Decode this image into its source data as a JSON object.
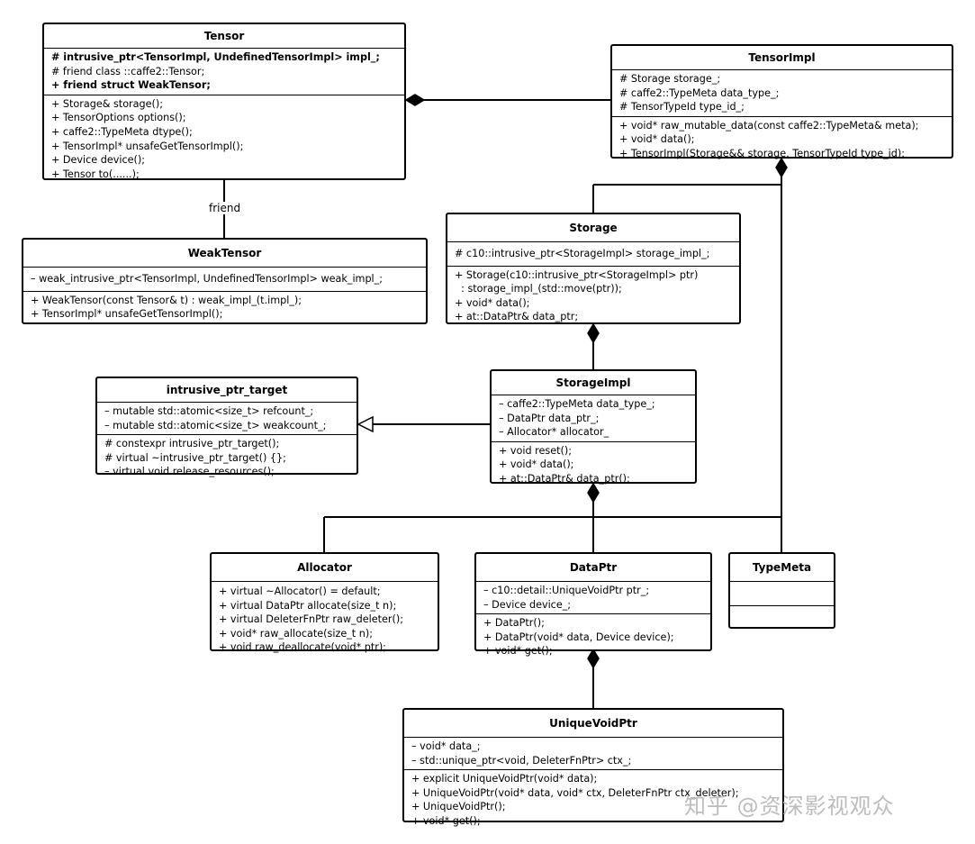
{
  "classes": {
    "tensor": {
      "name": "Tensor",
      "attributes": [
        {
          "text": "# intrusive_ptr<TensorImpl, UndefinedTensorImpl> impl_;",
          "bold": true
        },
        {
          "text": "# friend class ::caffe2::Tensor;",
          "bold": false
        },
        {
          "text": "+ friend struct WeakTensor;",
          "bold": true
        }
      ],
      "methods": [
        "+ Storage& storage();",
        "+ TensorOptions options();",
        "+ caffe2::TypeMeta dtype();",
        "+ TensorImpl* unsafeGetTensorImpl();",
        "+ Device device();",
        "+ Tensor to(......);"
      ]
    },
    "tensor_impl": {
      "name": "TensorImpl",
      "attributes": [
        {
          "text": "# Storage storage_;"
        },
        {
          "text": "# caffe2::TypeMeta data_type_;"
        },
        {
          "text": "# TensorTypeId type_id_;"
        }
      ],
      "methods": [
        "+ void* raw_mutable_data(const caffe2::TypeMeta& meta);",
        "+ void* data();",
        "+ TensorImpl(Storage&& storage, TensorTypeId type_id);"
      ]
    },
    "weak_tensor": {
      "name": "WeakTensor",
      "attributes": [
        {
          "text": "– weak_intrusive_ptr<TensorImpl, UndefinedTensorImpl> weak_impl_;"
        }
      ],
      "methods": [
        "+ WeakTensor(const Tensor& t) : weak_impl_(t.impl_);",
        "+ TensorImpl* unsafeGetTensorImpl();"
      ]
    },
    "storage": {
      "name": "Storage",
      "attributes": [
        {
          "text": "# c10::intrusive_ptr<StorageImpl> storage_impl_;"
        }
      ],
      "methods": [
        "+ Storage(c10::intrusive_ptr<StorageImpl> ptr)",
        "  : storage_impl_(std::move(ptr));",
        "+ void* data();",
        "+ at::DataPtr& data_ptr;"
      ]
    },
    "intrusive_ptr_target": {
      "name": "intrusive_ptr_target",
      "attributes": [
        {
          "text": "– mutable std::atomic<size_t> refcount_;"
        },
        {
          "text": "– mutable std::atomic<size_t> weakcount_;"
        }
      ],
      "methods": [
        "# constexpr intrusive_ptr_target();",
        "# virtual ~intrusive_ptr_target() {};",
        "– virtual void release_resources();"
      ]
    },
    "storage_impl": {
      "name": "StorageImpl",
      "attributes": [
        {
          "text": "– caffe2::TypeMeta data_type_;"
        },
        {
          "text": "– DataPtr data_ptr_;"
        },
        {
          "text": "– Allocator* allocator_"
        }
      ],
      "methods": [
        "+ void reset();",
        "+ void* data();",
        "+ at::DataPtr& data_ptr();"
      ]
    },
    "allocator": {
      "name": "Allocator",
      "attributes": [],
      "methods": [
        "+ virtual ~Allocator() = default;",
        "+ virtual DataPtr allocate(size_t n);",
        "+ virtual DeleterFnPtr raw_deleter();",
        "+ void* raw_allocate(size_t n);",
        "+ void raw_deallocate(void* ptr);"
      ]
    },
    "data_ptr": {
      "name": "DataPtr",
      "attributes": [
        {
          "text": "– c10::detail::UniqueVoidPtr ptr_;"
        },
        {
          "text": "– Device device_;"
        }
      ],
      "methods": [
        "+ DataPtr();",
        "+ DataPtr(void* data, Device device);",
        "+ void* get();"
      ]
    },
    "type_meta": {
      "name": "TypeMeta",
      "attributes": [],
      "methods": []
    },
    "unique_void_ptr": {
      "name": "UniqueVoidPtr",
      "attributes": [
        {
          "text": "– void* data_;"
        },
        {
          "text": "– std::unique_ptr<void, DeleterFnPtr> ctx_;"
        }
      ],
      "methods": [
        "+ explicit UniqueVoidPtr(void* data);",
        "+ UniqueVoidPtr(void* data, void* ctx, DeleterFnPtr ctx_deleter);",
        "+ UniqueVoidPtr();",
        "+ void* get();"
      ]
    }
  },
  "relations": {
    "friend_label": "friend"
  },
  "watermark": "知乎 @资深影视观众"
}
